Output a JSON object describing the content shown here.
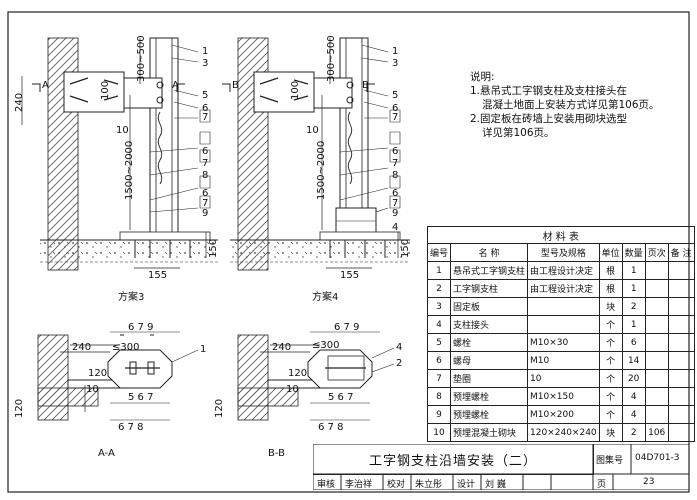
{
  "drawing": {
    "labels": {
      "d300_500": "300~500",
      "d240": "240",
      "d100": "100",
      "d1500_2000": "1500~2000",
      "d150": "150",
      "d155": "155",
      "d120": "120",
      "le300": "≤300",
      "n1": "1",
      "n2": "2",
      "n3": "3",
      "n4": "4",
      "n5": "5",
      "n6": "6",
      "n7": "7",
      "n8": "8",
      "n9": "9",
      "n10": "10",
      "secA": "A",
      "secB": "B",
      "seq679": "6 7 9",
      "seq567": "5 6 7",
      "seq678": "6 7 8"
    },
    "captions": {
      "scheme3": "方案3",
      "scheme4": "方案4",
      "sectionAA": "A-A",
      "sectionBB": "B-B"
    }
  },
  "notes": {
    "heading": "说明:",
    "lines": [
      "1.悬吊式工字钢支柱及支柱接头在",
      "混凝土地面上安装方式详见第106页。",
      "2.固定板在砖墙上安装用砌块选型",
      "详见第106页。"
    ]
  },
  "materials": {
    "title": "材 料 表",
    "headers": [
      "编号",
      "名 称",
      "型号及规格",
      "单位",
      "数量",
      "页次",
      "备 注"
    ],
    "rows": [
      [
        "1",
        "悬吊式工字钢支柱",
        "由工程设计决定",
        "根",
        "1",
        "",
        ""
      ],
      [
        "2",
        "工字钢支柱",
        "由工程设计决定",
        "根",
        "1",
        "",
        ""
      ],
      [
        "3",
        "固定板",
        "",
        "块",
        "2",
        "",
        ""
      ],
      [
        "4",
        "支柱接头",
        "",
        "个",
        "1",
        "",
        ""
      ],
      [
        "5",
        "螺栓",
        "M10×30",
        "个",
        "6",
        "",
        ""
      ],
      [
        "6",
        "螺母",
        "M10",
        "个",
        "14",
        "",
        ""
      ],
      [
        "7",
        "垫圈",
        "10",
        "个",
        "20",
        "",
        ""
      ],
      [
        "8",
        "预埋螺栓",
        "M10×150",
        "个",
        "4",
        "",
        ""
      ],
      [
        "9",
        "预埋螺栓",
        "M10×200",
        "个",
        "4",
        "",
        ""
      ],
      [
        "10",
        "预埋混凝土砌块",
        "120×240×240",
        "块",
        "2",
        "106",
        ""
      ]
    ]
  },
  "titleblock": {
    "title": "工字钢支柱沿墙安装（二）",
    "atlas_label": "图集号",
    "atlas_no": "04D701-3",
    "review": "审核",
    "reviewer": "李治祥",
    "check": "校对",
    "checker": "朱立彤",
    "design": "设计",
    "designer": "刘 巍",
    "page_label": "页",
    "page_no": "23"
  }
}
